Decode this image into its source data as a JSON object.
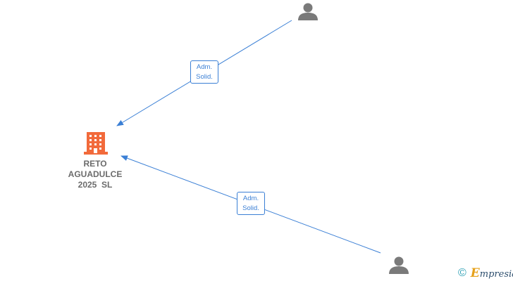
{
  "company": {
    "name_lines": [
      "RETO",
      "AGUADULCE",
      "2025  SL"
    ],
    "icon": "building-icon",
    "color": "#f26a3b"
  },
  "persons": [
    {
      "icon": "person-icon",
      "color": "#7a7a7a"
    },
    {
      "icon": "person-icon",
      "color": "#7a7a7a"
    }
  ],
  "relations": [
    {
      "from": "person-top",
      "to": "company",
      "label_lines": [
        "Adm.",
        "Solid."
      ]
    },
    {
      "from": "person-bottom",
      "to": "company",
      "label_lines": [
        "Adm.",
        "Solid."
      ]
    }
  ],
  "edge_color": "#3a7fd5",
  "brand": {
    "copyright": "©",
    "name": "Empresia"
  }
}
